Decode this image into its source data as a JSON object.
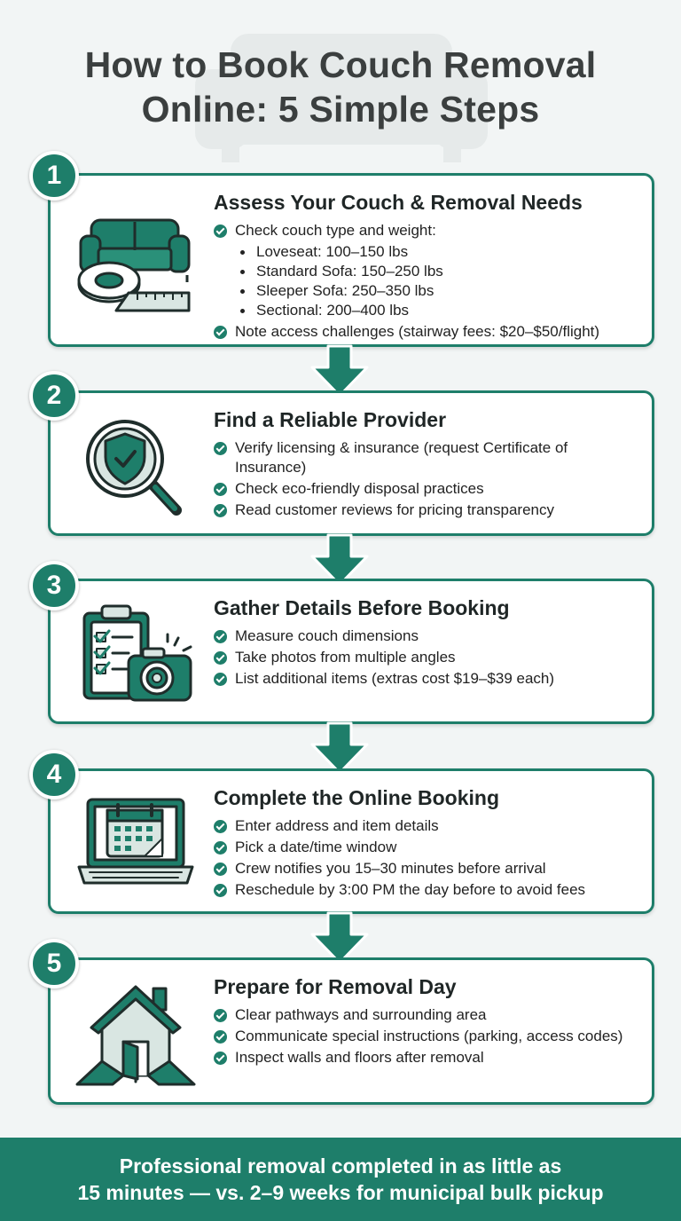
{
  "title": {
    "line1": "How to Book Couch Removal",
    "line2": "Online: 5 Simple Steps"
  },
  "colors": {
    "accent": "#1e7e6a",
    "background": "#f2f5f5",
    "icon_light": "#d9e6e2"
  },
  "steps": [
    {
      "number": "1",
      "icon": "couch-and-tape-measure-icon",
      "title": "Assess Your Couch & Removal Needs",
      "items": [
        {
          "text": "Check couch type and weight:",
          "sub": [
            "Loveseat: 100–150 lbs",
            "Standard Sofa: 150–250 lbs",
            "Sleeper Sofa: 250–350 lbs",
            "Sectional: 200–400 lbs"
          ]
        },
        {
          "text": "Note access challenges (stairway fees: $20–$50/flight)"
        }
      ]
    },
    {
      "number": "2",
      "icon": "magnifier-shield-icon",
      "title": "Find a Reliable Provider",
      "items": [
        {
          "text": "Verify licensing & insurance (request Certificate of Insurance)"
        },
        {
          "text": "Check eco-friendly disposal practices"
        },
        {
          "text": "Read customer reviews for pricing transparency"
        }
      ]
    },
    {
      "number": "3",
      "icon": "clipboard-camera-icon",
      "title": "Gather Details Before Booking",
      "items": [
        {
          "text": "Measure couch dimensions"
        },
        {
          "text": "Take photos from multiple angles"
        },
        {
          "text": "List additional items (extras cost $19–$39 each)"
        }
      ]
    },
    {
      "number": "4",
      "icon": "laptop-calendar-icon",
      "title": "Complete the Online Booking",
      "items": [
        {
          "text": "Enter address and item details"
        },
        {
          "text": "Pick a date/time window"
        },
        {
          "text": "Crew notifies you 15–30 minutes before arrival"
        },
        {
          "text": "Reschedule by 3:00 PM the day before to avoid fees"
        }
      ]
    },
    {
      "number": "5",
      "icon": "house-path-icon",
      "title": "Prepare for Removal Day",
      "items": [
        {
          "text": "Clear pathways and surrounding area"
        },
        {
          "text": "Communicate special instructions (parking, access codes)"
        },
        {
          "text": "Inspect walls and floors after removal"
        }
      ]
    }
  ],
  "footer": {
    "line1": "Professional removal completed in as little as",
    "line2": "15 minutes — vs. 2–9 weeks for municipal bulk pickup"
  }
}
